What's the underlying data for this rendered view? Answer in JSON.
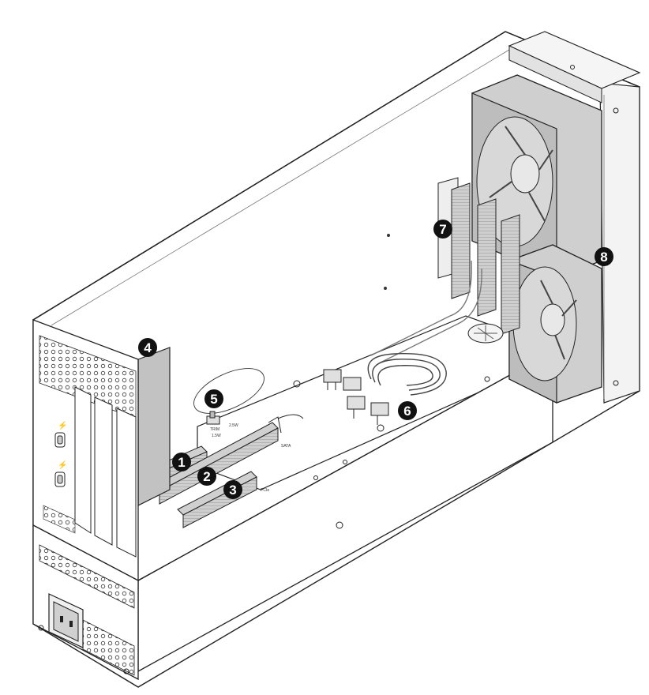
{
  "colors": {
    "outline": "#222222",
    "panel": "#ffffff",
    "shade_light": "#e6e6e6",
    "shade_mid": "#c8c8c8",
    "shade_dark": "#9a9a9a",
    "card": "#bdbdbd",
    "riser": "#a9a9a9",
    "callout_fill": "#111111",
    "callout_text": "#ffffff"
  },
  "callouts": [
    {
      "label": "1"
    },
    {
      "label": "2"
    },
    {
      "label": "3"
    },
    {
      "label": "4"
    },
    {
      "label": "5"
    },
    {
      "label": "6"
    },
    {
      "label": "7"
    },
    {
      "label": "8"
    }
  ],
  "board_labels": {
    "switch_top": "TRIM",
    "switch_mid": "1.5W",
    "switch_right": "2.5W",
    "slot_a": "SATA",
    "slot_b": "PCIe"
  },
  "icons": [
    "thunderbolt-icon",
    "thunderbolt-icon",
    "power-inlet-icon",
    "fan-icon",
    "fan-icon"
  ]
}
